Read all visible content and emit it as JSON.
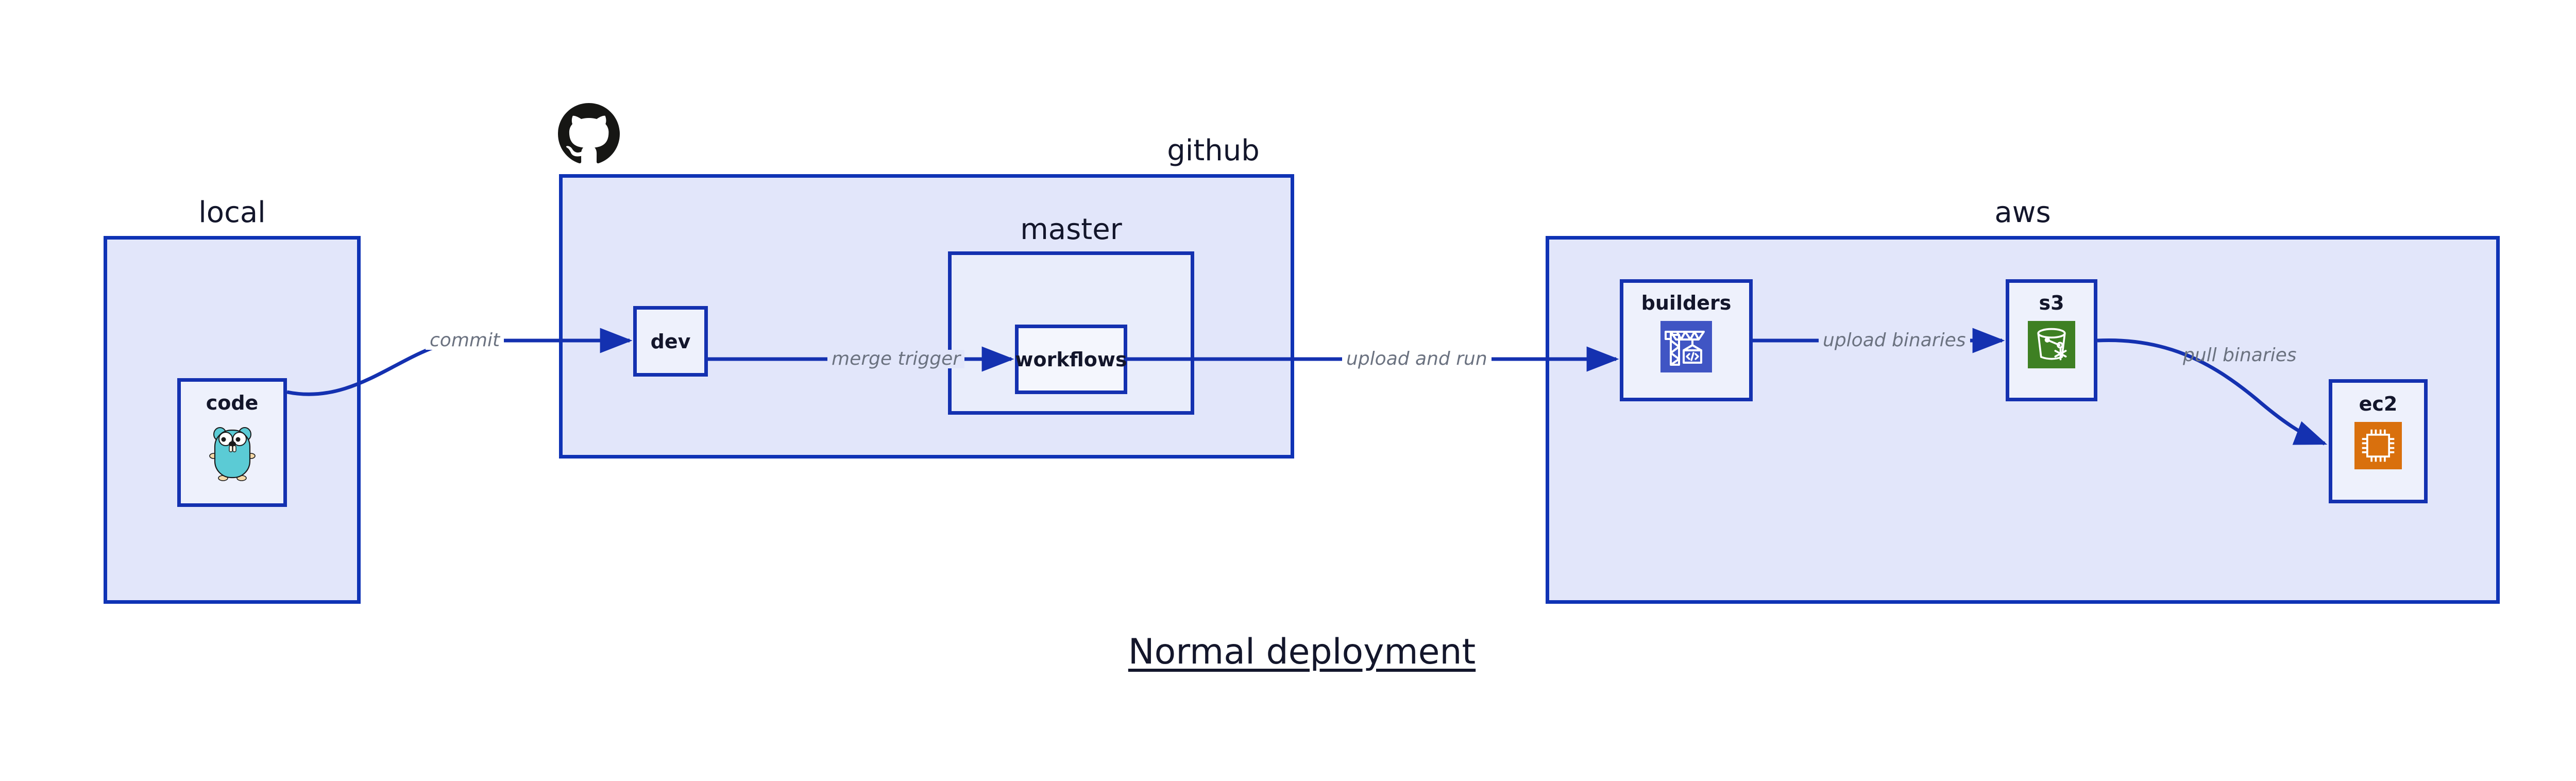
{
  "diagram": {
    "title": "Normal deployment",
    "colors": {
      "group_fill": "#e2e6fa",
      "group_border": "#0f33b5",
      "node_fill": "#eef1fc",
      "node_border": "#1431b0",
      "edge": "#1431b0",
      "edge_label": "#6b7280",
      "text": "#13162b",
      "builders_icon": "#4055c4",
      "s3_icon": "#3e8023",
      "ec2_icon": "#d9700d",
      "gopher": "#5bcbd5",
      "github_logo": "#161614"
    }
  },
  "groups": [
    {
      "id": "local",
      "label": "local"
    },
    {
      "id": "github",
      "label": "github"
    },
    {
      "id": "aws",
      "label": "aws"
    }
  ],
  "subgroups": [
    {
      "id": "master",
      "label": "master",
      "parent": "github"
    }
  ],
  "nodes": [
    {
      "id": "code",
      "label": "code",
      "group": "local",
      "icon": "go-gopher-icon"
    },
    {
      "id": "dev",
      "label": "dev",
      "group": "github",
      "icon": "none"
    },
    {
      "id": "workflows",
      "label": "workflows",
      "group": "master",
      "icon": "none"
    },
    {
      "id": "builders",
      "label": "builders",
      "group": "aws",
      "icon": "aws-codebuild-crane-icon"
    },
    {
      "id": "s3",
      "label": "s3",
      "group": "aws",
      "icon": "aws-s3-bucket-icon"
    },
    {
      "id": "ec2",
      "label": "ec2",
      "group": "aws",
      "icon": "aws-ec2-chip-icon"
    }
  ],
  "edges": [
    {
      "id": "commit",
      "from": "code",
      "to": "dev",
      "label": "commit"
    },
    {
      "id": "merge-trigger",
      "from": "dev",
      "to": "workflows",
      "label": "merge trigger"
    },
    {
      "id": "upload-and-run",
      "from": "workflows",
      "to": "builders",
      "label": "upload and run"
    },
    {
      "id": "upload-binaries",
      "from": "builders",
      "to": "s3",
      "label": "upload binaries"
    },
    {
      "id": "pull-binaries",
      "from": "s3",
      "to": "ec2",
      "label": "pull binaries"
    }
  ]
}
